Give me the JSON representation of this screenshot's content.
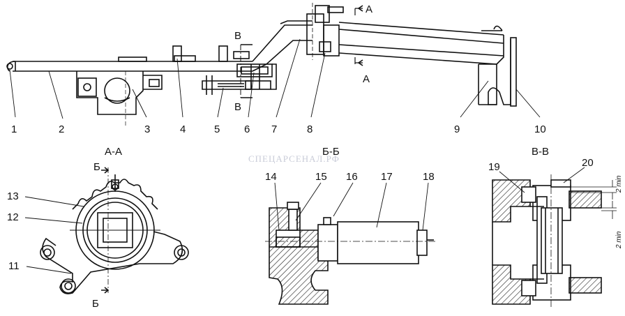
{
  "callouts": [
    "1",
    "2",
    "3",
    "4",
    "5",
    "6",
    "7",
    "8",
    "9",
    "10",
    "11",
    "12",
    "13",
    "14",
    "15",
    "16",
    "17",
    "18",
    "19",
    "20"
  ],
  "section_marks": {
    "a": "A",
    "b": "Б",
    "v": "В"
  },
  "section_titles": {
    "aa": "А-А",
    "bb": "Б-Б",
    "vv": "В-В"
  },
  "dimensions": {
    "top": "2 min",
    "bottom": "2 min"
  },
  "watermark": "СПЕЦАРСЕНАЛ.РФ",
  "colors": {
    "line": "#111111",
    "hatch": "#222222",
    "watermark": "#c9ccd8"
  }
}
